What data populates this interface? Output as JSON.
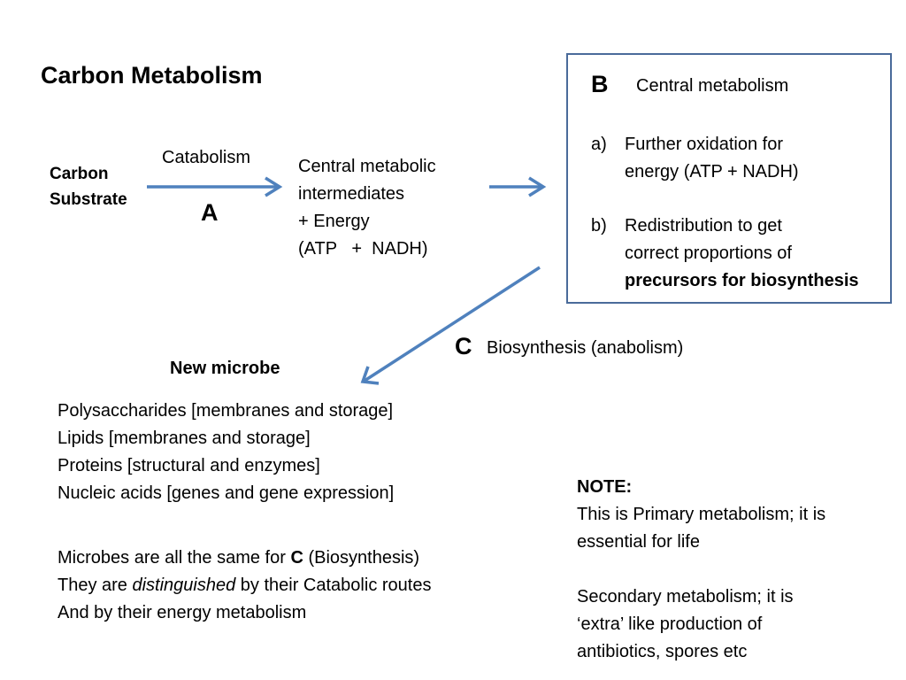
{
  "title": "Carbon Metabolism",
  "colors": {
    "arrow": "#4f81bd",
    "box_border": "#4a6b9a"
  },
  "left": {
    "substrate_lines": [
      "Carbon",
      "Substrate"
    ],
    "arrow_label": "Catabolism",
    "step_letter": "A"
  },
  "middle": {
    "lines": [
      "Central metabolic",
      "intermediates",
      "+ Energy",
      "(ATP   +  NADH)"
    ]
  },
  "box": {
    "letter": "B",
    "heading": "Central metabolism",
    "item_a": {
      "marker": "a)",
      "lines": [
        "Further oxidation for",
        "energy (ATP + NADH)"
      ]
    },
    "item_b": {
      "marker": "b)",
      "lines": [
        "Redistribution to get",
        "correct proportions of"
      ],
      "bold_line": "precursors for biosynthesis"
    }
  },
  "biosynthesis": {
    "letter": "C",
    "label": "Biosynthesis (anabolism)"
  },
  "new_microbe": {
    "heading": "New microbe",
    "components": [
      "Polysaccharides [membranes and storage]",
      "Lipids [membranes and storage]",
      "Proteins [structural and enzymes]",
      "Nucleic acids [genes and gene expression]"
    ]
  },
  "microbes_note": {
    "line1_pre": "Microbes are all the same for ",
    "line1_bold": "C",
    "line1_post": " (Biosynthesis)",
    "line2_pre": "They are ",
    "line2_italic": "distinguished",
    "line2_post": " by their Catabolic routes",
    "line3": "And by their energy metabolism"
  },
  "note": {
    "heading": "NOTE:",
    "para1": [
      "This is Primary metabolism; it is",
      "essential for life"
    ],
    "para2": [
      "Secondary metabolism; it is",
      "‘extra’ like production of",
      "antibiotics, spores etc"
    ]
  }
}
